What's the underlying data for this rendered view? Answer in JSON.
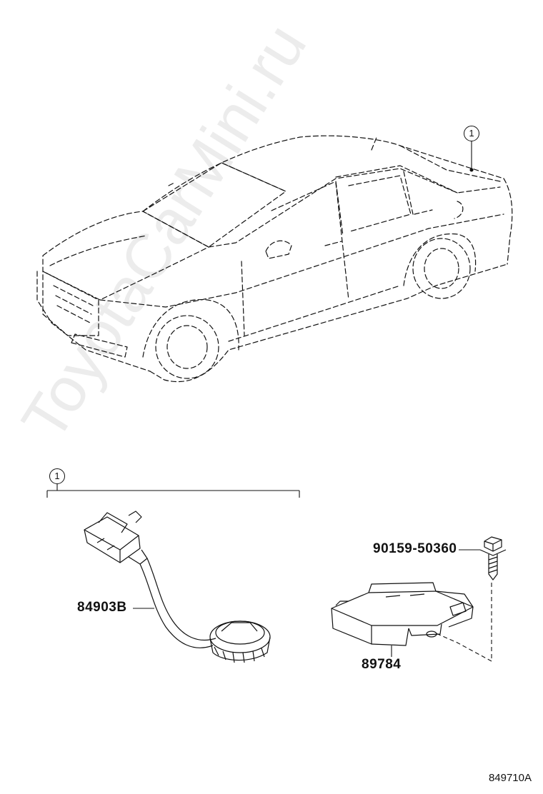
{
  "watermark": "ToyotaCarMini.ru",
  "callouts": {
    "car_location": "1",
    "group": "1"
  },
  "parts": {
    "sensor_harness": "84903B",
    "bolt": "90159-50360",
    "module": "89784"
  },
  "drawing_number": "849710A",
  "colors": {
    "line": "#111111",
    "watermark": "#ececec",
    "background": "#ffffff"
  }
}
